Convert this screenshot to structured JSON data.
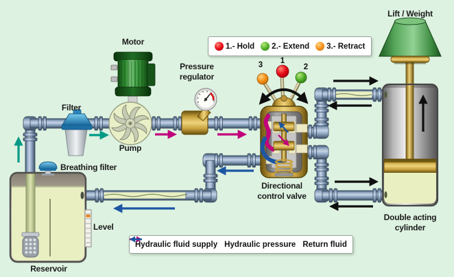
{
  "labels": {
    "motor": "Motor",
    "filter": "Filter",
    "pump": "Pump",
    "pressure_regulator_line1": "Pressure",
    "pressure_regulator_line2": "regulator",
    "breathing_filter": "Breathing filter",
    "level": "Level",
    "reservoir": "Reservoir",
    "directional_valve_line1": "Directional",
    "directional_valve_line2": "control valve",
    "cylinder_line1": "Double acting",
    "cylinder_line2": "cylinder",
    "lift_weight": "Lift / Weight"
  },
  "valve_legend": {
    "items": [
      {
        "label": "1.- Hold",
        "dot_color": "#e60915"
      },
      {
        "label": "2.- Extend",
        "dot_color": "#4fae27"
      },
      {
        "label": "3.- Retract",
        "dot_color": "#f68f17"
      }
    ]
  },
  "lever_numbers": [
    "3",
    "1",
    "2"
  ],
  "flow_legend": [
    {
      "label": "Hydraulic fluid supply",
      "color": "#009a86",
      "direction": "right"
    },
    {
      "label": "Hydraulic pressure",
      "color": "#c2007c",
      "direction": "right"
    },
    {
      "label": "Return fluid",
      "color": "#1c56a2",
      "direction": "left"
    }
  ],
  "colors": {
    "background": "#def2e1",
    "pipe_steel": "#8fa6c2",
    "brass": "#c9a23f",
    "motor_green": "#2e8b30",
    "hydraulic_fluid": "#e9efc0",
    "supply_teal": "#009a86",
    "pressure_magenta": "#c2007c",
    "return_blue": "#1c56a2",
    "mechanical_black": "#111111"
  }
}
